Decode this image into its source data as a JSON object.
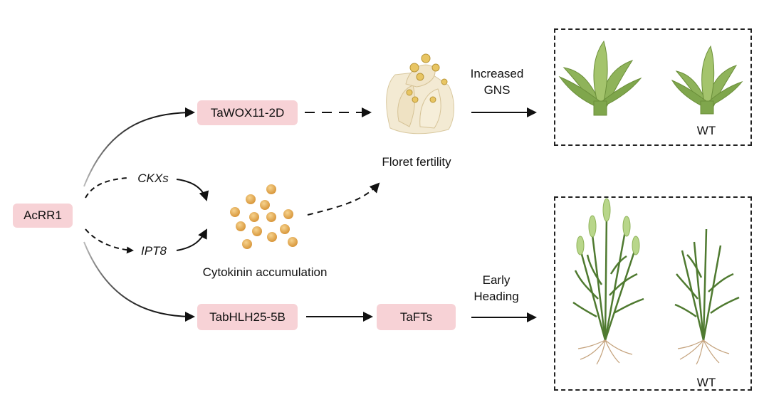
{
  "nodes": {
    "acrr1": "AcRR1",
    "tawox": "TaWOX11-2D",
    "tabhlh": "TabHLH25-5B",
    "taft": "TaFTs"
  },
  "genes": {
    "ckx": "CKXs",
    "ipt": "IPT8"
  },
  "labels": {
    "cytokinin": "Cytokinin accumulation",
    "floret": "Floret fertility",
    "increased": "Increased",
    "gns": "GNS",
    "early": "Early",
    "heading": "Heading",
    "wt_top": "WT",
    "wt_bottom": "WT"
  },
  "colors": {
    "node_fill": "#f7d2d6",
    "arrow": "#111111",
    "spike_green": "#8fb35a",
    "plant_green": "#5f8c3c",
    "granule": "#e3a94f"
  }
}
